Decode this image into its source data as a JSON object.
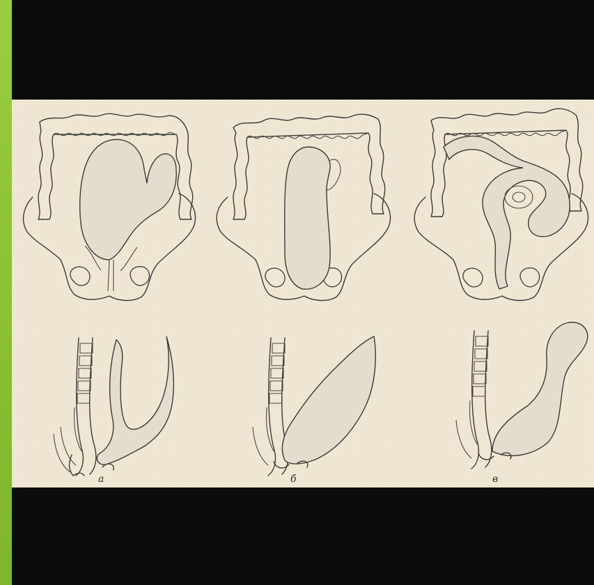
{
  "figure": {
    "panel_labels": [
      "a",
      "б",
      "в"
    ]
  }
}
